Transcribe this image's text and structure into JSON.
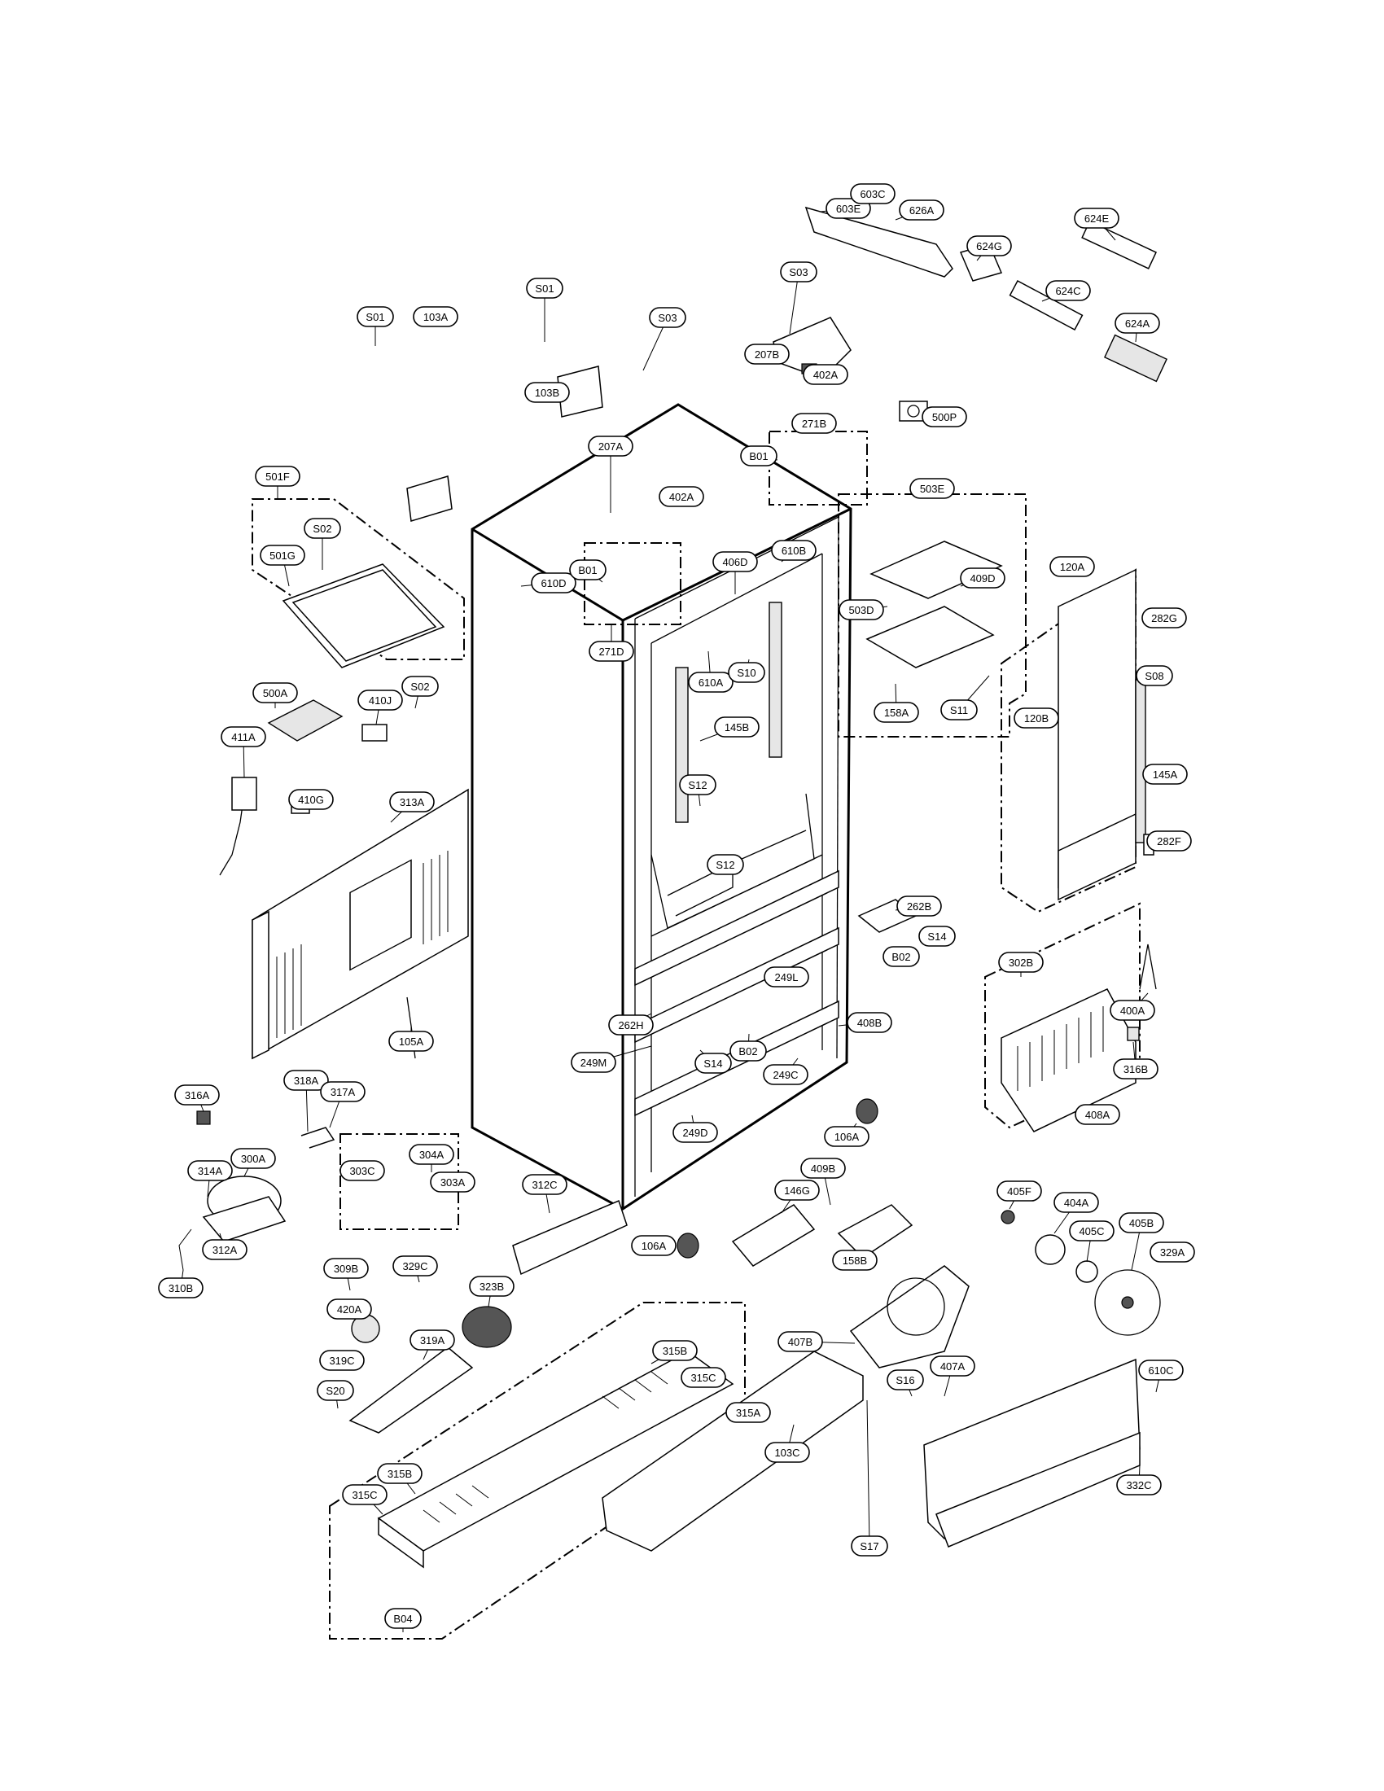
{
  "labels": [
    {
      "id": "603E",
      "t": "603E"
    },
    {
      "id": "603C",
      "t": "603C"
    },
    {
      "id": "626A",
      "t": "626A"
    },
    {
      "id": "624E",
      "t": "624E"
    },
    {
      "id": "624G",
      "t": "624G"
    },
    {
      "id": "624C",
      "t": "624C"
    },
    {
      "id": "624A",
      "t": "624A"
    },
    {
      "id": "S03a",
      "t": "S03"
    },
    {
      "id": "207B",
      "t": "207B"
    },
    {
      "id": "402Aa",
      "t": "402A"
    },
    {
      "id": "500P",
      "t": "500P"
    },
    {
      "id": "S01a",
      "t": "S01"
    },
    {
      "id": "103B",
      "t": "103B"
    },
    {
      "id": "271B",
      "t": "271B"
    },
    {
      "id": "B01a",
      "t": "B01"
    },
    {
      "id": "S01b",
      "t": "S01"
    },
    {
      "id": "103A",
      "t": "103A"
    },
    {
      "id": "S03b",
      "t": "S03"
    },
    {
      "id": "207A",
      "t": "207A"
    },
    {
      "id": "402Ab",
      "t": "402A"
    },
    {
      "id": "503E",
      "t": "503E"
    },
    {
      "id": "501F",
      "t": "501F"
    },
    {
      "id": "S02a",
      "t": "S02"
    },
    {
      "id": "501G",
      "t": "501G"
    },
    {
      "id": "610D",
      "t": "610D"
    },
    {
      "id": "B01b",
      "t": "B01"
    },
    {
      "id": "406D",
      "t": "406D"
    },
    {
      "id": "610B",
      "t": "610B"
    },
    {
      "id": "409D",
      "t": "409D"
    },
    {
      "id": "120A",
      "t": "120A"
    },
    {
      "id": "503D",
      "t": "503D"
    },
    {
      "id": "282G",
      "t": "282G"
    },
    {
      "id": "271D",
      "t": "271D"
    },
    {
      "id": "610A",
      "t": "610A"
    },
    {
      "id": "S10",
      "t": "S10"
    },
    {
      "id": "S08",
      "t": "S08"
    },
    {
      "id": "500A",
      "t": "500A"
    },
    {
      "id": "410J",
      "t": "410J"
    },
    {
      "id": "S02b",
      "t": "S02"
    },
    {
      "id": "158A",
      "t": "158A"
    },
    {
      "id": "S11",
      "t": "S11"
    },
    {
      "id": "120B",
      "t": "120B"
    },
    {
      "id": "411A",
      "t": "411A"
    },
    {
      "id": "145B",
      "t": "145B"
    },
    {
      "id": "145A",
      "t": "145A"
    },
    {
      "id": "S12a",
      "t": "S12"
    },
    {
      "id": "410G",
      "t": "410G"
    },
    {
      "id": "313A",
      "t": "313A"
    },
    {
      "id": "S12b",
      "t": "S12"
    },
    {
      "id": "282F",
      "t": "282F"
    },
    {
      "id": "262B",
      "t": "262B"
    },
    {
      "id": "S14a",
      "t": "S14"
    },
    {
      "id": "B02a",
      "t": "B02"
    },
    {
      "id": "249L",
      "t": "249L"
    },
    {
      "id": "302B",
      "t": "302B"
    },
    {
      "id": "400A",
      "t": "400A"
    },
    {
      "id": "262H",
      "t": "262H"
    },
    {
      "id": "408B",
      "t": "408B"
    },
    {
      "id": "105A",
      "t": "105A"
    },
    {
      "id": "249M",
      "t": "249M"
    },
    {
      "id": "S14b",
      "t": "S14"
    },
    {
      "id": "B02b",
      "t": "B02"
    },
    {
      "id": "316B",
      "t": "316B"
    },
    {
      "id": "249C",
      "t": "249C"
    },
    {
      "id": "316A",
      "t": "316A"
    },
    {
      "id": "318A",
      "t": "318A"
    },
    {
      "id": "317A",
      "t": "317A"
    },
    {
      "id": "408A",
      "t": "408A"
    },
    {
      "id": "249D",
      "t": "249D"
    },
    {
      "id": "106Aa",
      "t": "106A"
    },
    {
      "id": "304A",
      "t": "304A"
    },
    {
      "id": "314A",
      "t": "314A"
    },
    {
      "id": "300A",
      "t": "300A"
    },
    {
      "id": "303C",
      "t": "303C"
    },
    {
      "id": "303A",
      "t": "303A"
    },
    {
      "id": "409B",
      "t": "409B"
    },
    {
      "id": "405F",
      "t": "405F"
    },
    {
      "id": "312C",
      "t": "312C"
    },
    {
      "id": "146G",
      "t": "146G"
    },
    {
      "id": "404A",
      "t": "404A"
    },
    {
      "id": "106Ab",
      "t": "106A"
    },
    {
      "id": "405C",
      "t": "405C"
    },
    {
      "id": "405B",
      "t": "405B"
    },
    {
      "id": "312A",
      "t": "312A"
    },
    {
      "id": "329A",
      "t": "329A"
    },
    {
      "id": "158B",
      "t": "158B"
    },
    {
      "id": "309B",
      "t": "309B"
    },
    {
      "id": "329C",
      "t": "329C"
    },
    {
      "id": "310B",
      "t": "310B"
    },
    {
      "id": "323B",
      "t": "323B"
    },
    {
      "id": "420A",
      "t": "420A"
    },
    {
      "id": "407B",
      "t": "407B"
    },
    {
      "id": "319A",
      "t": "319A"
    },
    {
      "id": "315Ba",
      "t": "315B"
    },
    {
      "id": "315Ca",
      "t": "315C"
    },
    {
      "id": "319C",
      "t": "319C"
    },
    {
      "id": "S20",
      "t": "S20"
    },
    {
      "id": "407A",
      "t": "407A"
    },
    {
      "id": "610C",
      "t": "610C"
    },
    {
      "id": "S16",
      "t": "S16"
    },
    {
      "id": "315A",
      "t": "315A"
    },
    {
      "id": "103C",
      "t": "103C"
    },
    {
      "id": "315Bb",
      "t": "315B"
    },
    {
      "id": "315Cb",
      "t": "315C"
    },
    {
      "id": "332C",
      "t": "332C"
    },
    {
      "id": "S17",
      "t": "S17"
    },
    {
      "id": "B04",
      "t": "B04"
    }
  ]
}
